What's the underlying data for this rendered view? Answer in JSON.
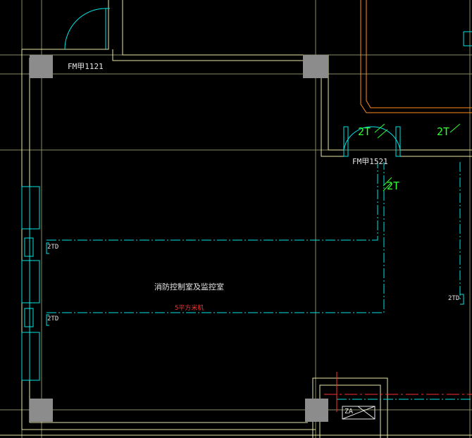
{
  "drawing": {
    "background": "#000000",
    "colors": {
      "wall": "#e8e8a8",
      "grid": "#8a8a66",
      "cyan": "#00e5e5",
      "orange": "#ff8c1a",
      "green": "#33ff33",
      "red": "#ff3030",
      "column": "#8c8c8c"
    },
    "labels": {
      "door_top": "FM甲1121",
      "door_right": "FM甲1521",
      "room_name": "消防控制室及监控室",
      "red_note": "5平方米机",
      "tag_2t_a": "2T",
      "tag_2t_b": "2T",
      "tag_2t_c": "2T",
      "tag_2td_left_upper": "2TD",
      "tag_2td_left_lower": "2TD",
      "tag_2td_right": "2TD",
      "equip_mark": "ZA"
    }
  }
}
